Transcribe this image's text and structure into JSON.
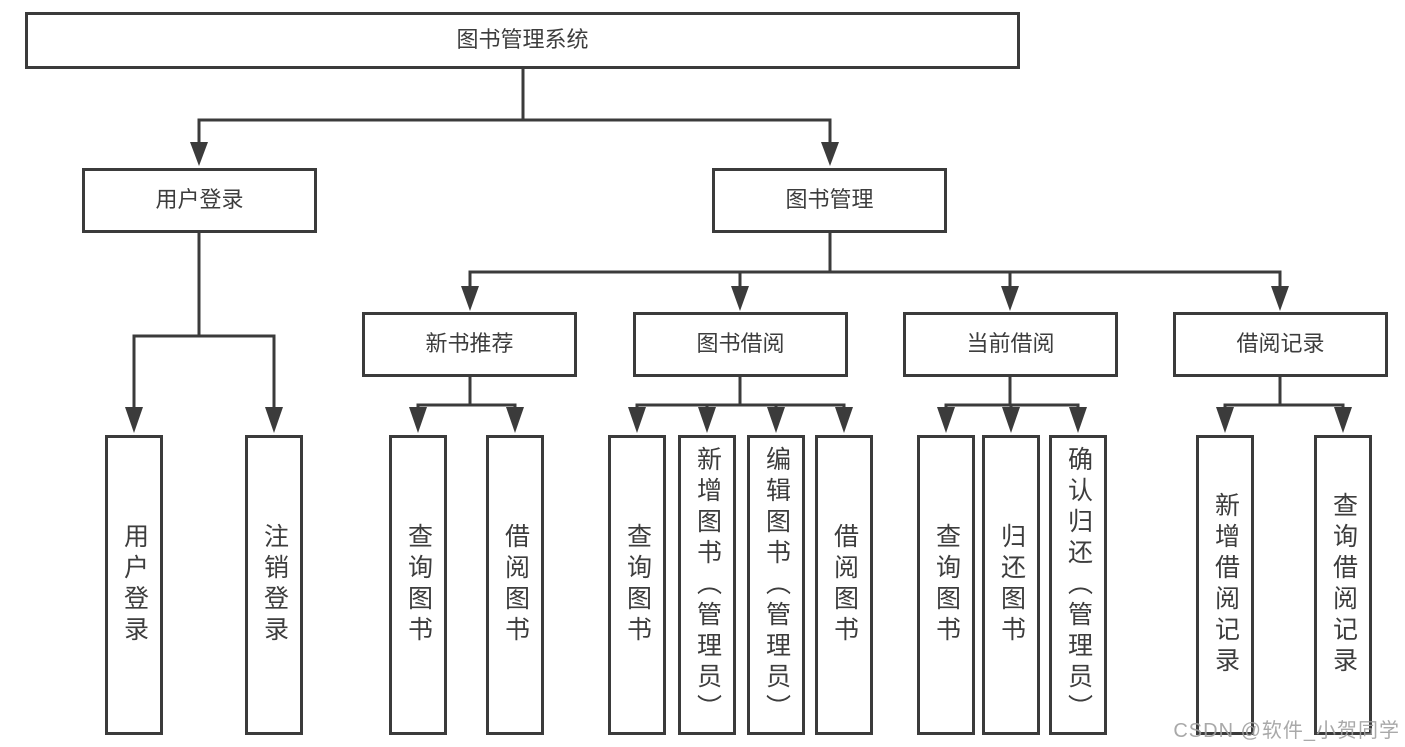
{
  "diagram": {
    "root": "图书管理系统",
    "branches": [
      {
        "label": "用户登录",
        "children": [
          "用户登录",
          "注销登录"
        ]
      },
      {
        "label": "图书管理",
        "sections": [
          {
            "label": "新书推荐",
            "children": [
              "查询图书",
              "借阅图书"
            ]
          },
          {
            "label": "图书借阅",
            "children": [
              "查询图书",
              "新增图书（管理员）",
              "编辑图书（管理员）",
              "借阅图书"
            ]
          },
          {
            "label": "当前借阅",
            "children": [
              "查询图书",
              "归还图书",
              "确认归还（管理员）"
            ]
          },
          {
            "label": "借阅记录",
            "children": [
              "新增借阅记录",
              "查询借阅记录"
            ]
          }
        ]
      }
    ]
  },
  "watermark": "CSDN @软件_小贺同学",
  "colors": {
    "line": "#3b3b3b",
    "text": "#3d3d3d",
    "watermark": "#a0a0a0",
    "background": "#ffffff"
  }
}
